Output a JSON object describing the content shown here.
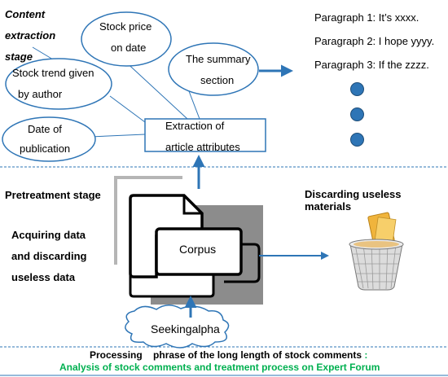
{
  "content_stage": {
    "label_line1": "Content",
    "label_line2": "extraction",
    "label_line3": "stage"
  },
  "attributes": {
    "stock_price": [
      "Stock price",
      "on date"
    ],
    "summary": [
      "The summary",
      "section"
    ],
    "trend": [
      "Stock trend given",
      "by author"
    ],
    "date": [
      "Date of",
      "publication"
    ],
    "extraction": [
      "Extraction of",
      "article attributes"
    ]
  },
  "paragraphs": [
    "Paragraph 1: It’s xxxx.",
    "Paragraph 2: I hope yyyy.",
    "Paragraph 3: If the zzzz."
  ],
  "pretreatment": {
    "label": "Pretreatment stage",
    "acquiring": [
      "Acquiring data",
      "and discarding",
      "useless data"
    ],
    "discarding": "Discarding useless materials",
    "corpus": "Corpus",
    "source": "Seekingalpha"
  },
  "footer": {
    "processing": "Processing    phrase of the long length of stock comments",
    "colon": " :",
    "caption": "Analysis of stock comments and treatment process on Expert Forum"
  },
  "colors": {
    "accent": "#2e75b6",
    "caption": "#00b050"
  }
}
